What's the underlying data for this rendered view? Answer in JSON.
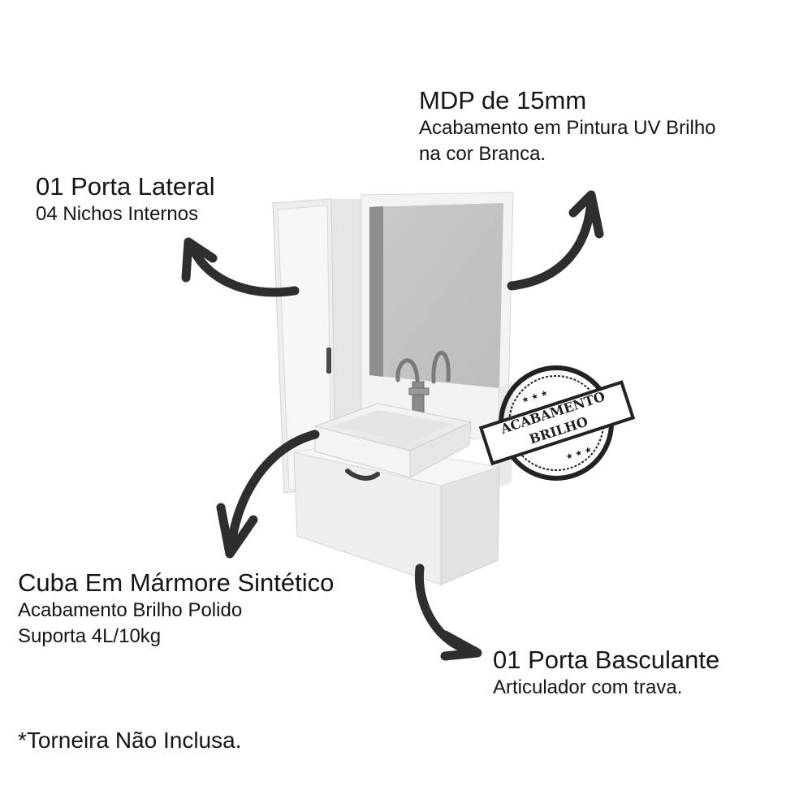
{
  "labels": {
    "mdp": {
      "title": "MDP de 15mm",
      "lines": [
        "Acabamento em Pintura UV Brilho",
        "na cor Branca."
      ]
    },
    "porta_lateral": {
      "title": "01 Porta Lateral",
      "lines": [
        "04 Nichos Internos"
      ]
    },
    "cuba": {
      "title": "Cuba Em Mármore Sintético",
      "lines": [
        "Acabamento Brilho Polido",
        "Suporta 4L/10kg"
      ]
    },
    "porta_basculante": {
      "title": "01 Porta Basculante",
      "lines": [
        "Articulador com trava."
      ]
    },
    "footnote": "*Torneira Não Inclusa."
  },
  "stamp": {
    "line1": "ACABAMENTO",
    "line2": "BRILHO",
    "stars": "★ ★ ★"
  },
  "colors": {
    "text": "#151515",
    "arrow": "#2e2e2e",
    "cabinet": "#f1f1f1",
    "mirror": "#c6c6c6"
  }
}
